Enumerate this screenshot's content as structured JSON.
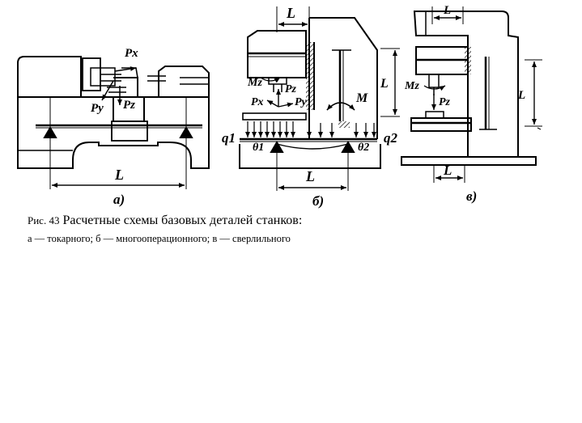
{
  "caption": {
    "figure_label": "Рис. 43",
    "title": "Расчетные схемы базовых деталей станков:",
    "subtitle": "а — токарного; б — многооперационного; в — сверлильного"
  },
  "panels": [
    {
      "id": "a",
      "tag": "а)",
      "labels": {
        "length": "L",
        "force_x": "Px",
        "force_y": "Py",
        "force_z": "Pz"
      }
    },
    {
      "id": "b",
      "tag": "б)",
      "labels": {
        "length_top": "L",
        "length_bottom": "L",
        "length_side": "L",
        "moment_z": "Mz",
        "moment": "M",
        "force_x": "Px",
        "force_y": "Py",
        "force_z": "Pz",
        "load_left": "q1",
        "load_right": "q2",
        "angle_left": "θ1",
        "angle_right": "θ2"
      }
    },
    {
      "id": "c",
      "tag": "в)",
      "labels": {
        "length_top": "L",
        "length_bottom": "L",
        "length_side": "L",
        "moment_z": "Mz",
        "force_z": "Pz"
      }
    }
  ]
}
